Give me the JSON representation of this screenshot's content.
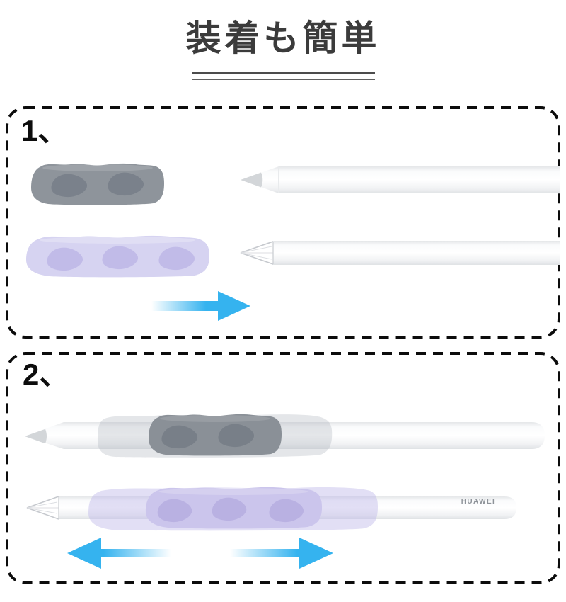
{
  "title": "装着も簡単",
  "steps": [
    {
      "label": "1、"
    },
    {
      "label": "2、"
    }
  ],
  "brand": {
    "label": "HUAWEI"
  },
  "icons": {
    "step1_arrow": "arrow-right-icon",
    "step2_arrows": "arrow-left-right-icon"
  },
  "colors": {
    "title_text": "#3B3B3B",
    "dashed_border": "#0C0C0C",
    "arrow_blue": "#35B3EF",
    "grip_gray": "#8E949B",
    "grip_gray_dimple": "#7A818B",
    "grip_purple": "#D6D3F1",
    "grip_purple_dimple": "#C1BBE8",
    "pencil_tip_gray": "#D3D6D9",
    "pencil_white": "#FAFBFC"
  }
}
